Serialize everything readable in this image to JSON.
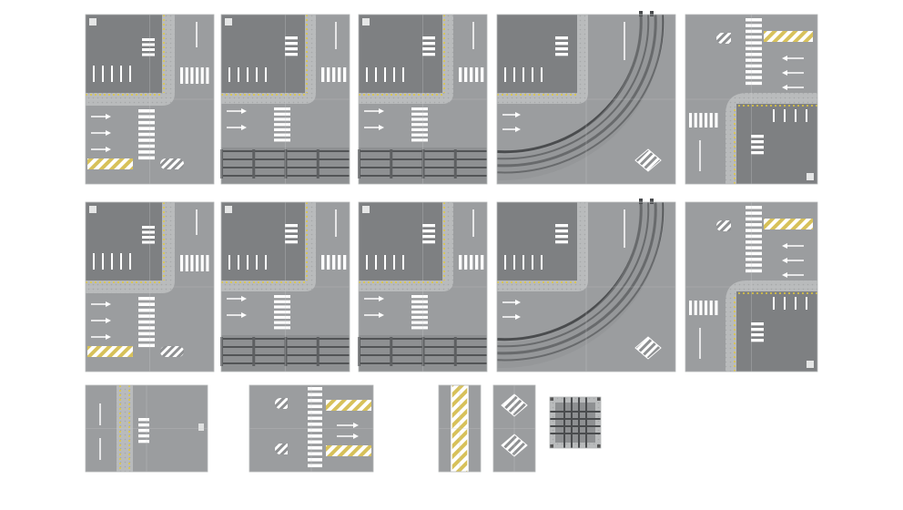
{
  "scene": {
    "background": "#ffffff",
    "colors": {
      "road": "#9b9d9f",
      "road_dark": "#8e9092",
      "block": "#7e8082",
      "sidewalk": "#b9bbbc",
      "curb": "#d2d3d3",
      "tactile": "#e3c93a",
      "marking": "#ffffff",
      "caution": "#d7c15a",
      "rail": "#4a4c4e",
      "tile_edge": "#c9cacb"
    },
    "tiles": [
      {
        "id": "r1-corner-crosswalk",
        "kind": "corner-crosswalk",
        "row": 1
      },
      {
        "id": "r1-corner-tram",
        "kind": "corner-tram",
        "row": 1
      },
      {
        "id": "r1-corner-tram-2",
        "kind": "corner-tram",
        "row": 1
      },
      {
        "id": "r1-curved-tram",
        "kind": "curved-tram",
        "row": 1
      },
      {
        "id": "r1-corner-flipped",
        "kind": "corner-flipped",
        "row": 1
      },
      {
        "id": "r2-corner-crosswalk",
        "kind": "corner-crosswalk",
        "row": 2
      },
      {
        "id": "r2-corner-tram",
        "kind": "corner-tram",
        "row": 2
      },
      {
        "id": "r2-corner-tram-2",
        "kind": "corner-tram",
        "row": 2
      },
      {
        "id": "r2-curved-tram",
        "kind": "curved-tram",
        "row": 2
      },
      {
        "id": "r2-corner-flipped",
        "kind": "corner-flipped",
        "row": 2
      },
      {
        "id": "r3-median-road",
        "kind": "median-road",
        "row": 3
      },
      {
        "id": "r3-crosswalk-lanes",
        "kind": "crosswalk-lanes",
        "row": 3
      },
      {
        "id": "r3-striped-median",
        "kind": "striped-median",
        "row": 3
      },
      {
        "id": "r3-hatched-median",
        "kind": "hatched-median",
        "row": 3
      },
      {
        "id": "r3-tram-crossing",
        "kind": "tram-crossing",
        "row": 3
      }
    ]
  }
}
